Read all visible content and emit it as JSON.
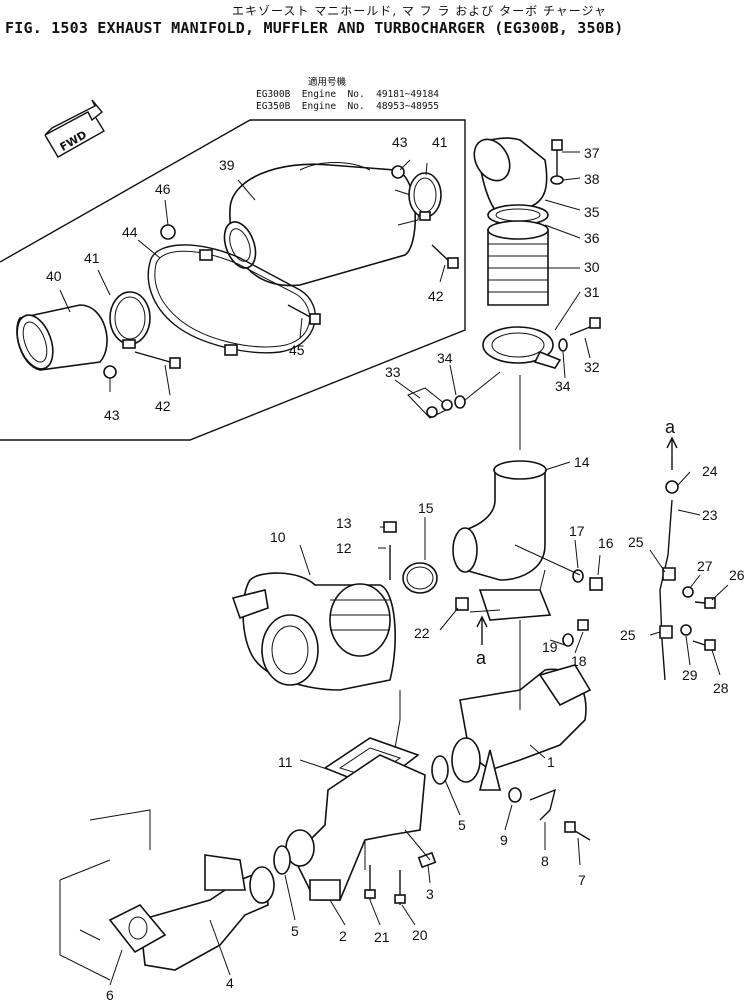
{
  "header": {
    "japanese_title": "エキゾースト マニホールド, マ フ ラ および ターボ チャージャ",
    "figure_title": "FIG. 1503   EXHAUST MANIFOLD, MUFFLER AND TURBOCHARGER (EG300B, 350B)"
  },
  "serial_box": {
    "title": "適用号機",
    "rows": [
      "EG300B  Engine  No.  49181~49184",
      "EG350B  Engine  No.  48953~48955"
    ]
  },
  "fwd_label": "FWD",
  "flow_marks": [
    "a",
    "a"
  ],
  "callouts": [
    "1",
    "2",
    "3",
    "4",
    "5",
    "5",
    "6",
    "7",
    "8",
    "9",
    "10",
    "11",
    "12",
    "13",
    "14",
    "15",
    "16",
    "17",
    "18",
    "19",
    "20",
    "21",
    "22",
    "23",
    "24",
    "25",
    "25",
    "26",
    "27",
    "28",
    "29",
    "30",
    "31",
    "32",
    "33",
    "34",
    "34",
    "35",
    "36",
    "37",
    "38",
    "39",
    "40",
    "41",
    "41",
    "42",
    "42",
    "43",
    "43",
    "44",
    "45",
    "46"
  ]
}
